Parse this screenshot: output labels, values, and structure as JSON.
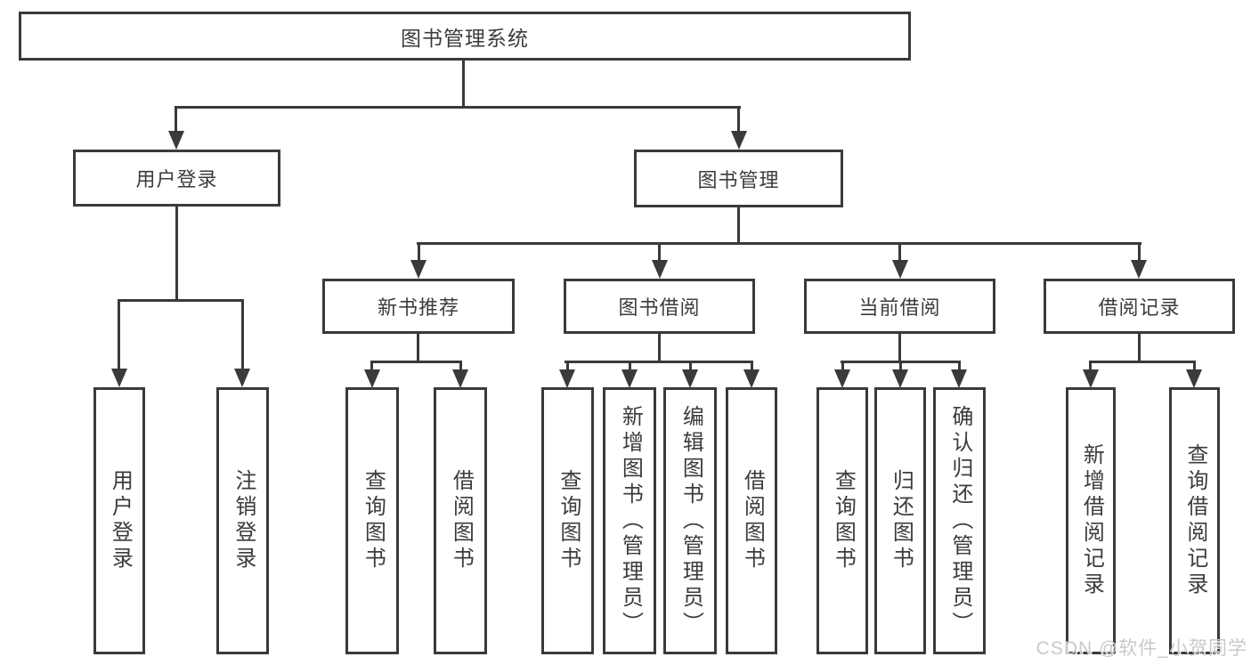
{
  "nodes": {
    "root": "图书管理系统",
    "user_login": "用户登录",
    "book_mgmt": "图书管理",
    "new_book": "新书推荐",
    "borrow": "图书借阅",
    "current": "当前借阅",
    "records": "借阅记录"
  },
  "leaves": {
    "user_login": [
      "用户登录",
      "注销登录"
    ],
    "new_book": [
      "查询图书",
      "借阅图书"
    ],
    "borrow": [
      "查询图书",
      "新增图书（管理员）",
      "编辑图书（管理员）",
      "借阅图书"
    ],
    "current": [
      "查询图书",
      "归还图书",
      "确认归还（管理员）"
    ],
    "records": [
      "新增借阅记录",
      "查询借阅记录"
    ]
  },
  "watermark": "CSDN @软件_小贺同学",
  "colors": {
    "line": "#3a3a3a",
    "box_border": "#3a3a3a",
    "box_fill": "#ffffff",
    "text": "#3c3c3c",
    "watermark": "#c9c9c9"
  }
}
